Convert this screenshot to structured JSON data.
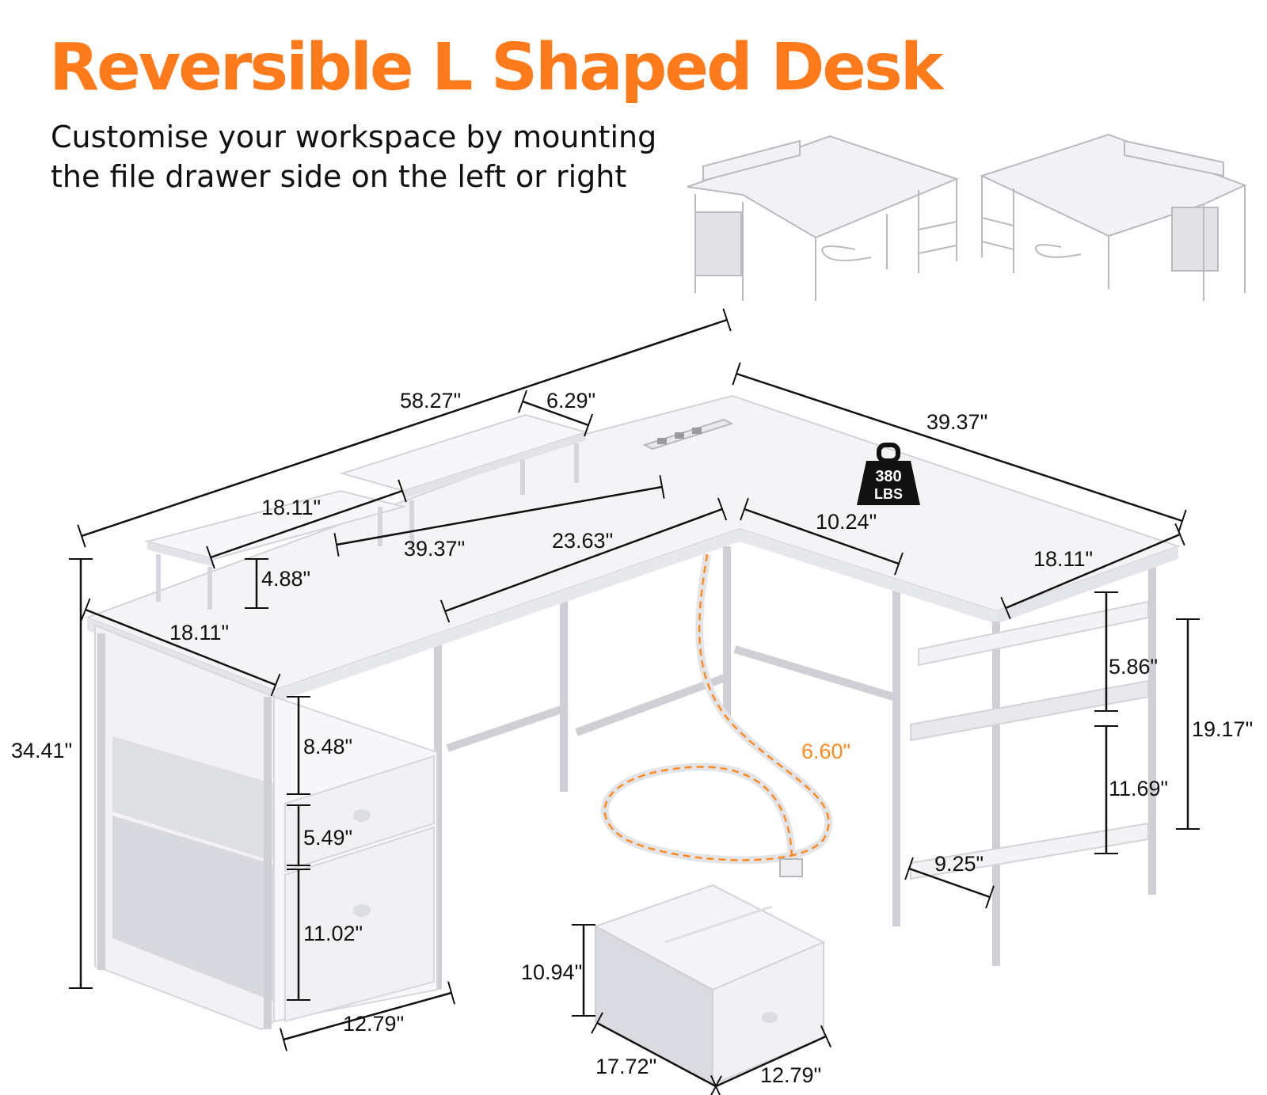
{
  "header": {
    "title": "Reversible L Shaped Desk",
    "subtitle_line1": "Customise your workspace by mounting",
    "subtitle_line2": "the file drawer side on the left or right"
  },
  "badge": {
    "weight_value": "380",
    "weight_unit": "LBS"
  },
  "dimensions": {
    "total_length": "58.27\"",
    "riser_depth": "6.29\"",
    "return_length": "39.37\"",
    "riser_length": "18.11\"",
    "desk_inner_length": "39.37\"",
    "inner_span": "23.63\"",
    "riser_height": "4.88\"",
    "shelf_span": "10.24\"",
    "return_depth": "18.11\"",
    "desk_depth": "18.11\"",
    "total_height": "34.41\"",
    "cabinet_open_shelf": "8.48\"",
    "drawer_small": "5.49\"",
    "drawer_large": "11.02\"",
    "cabinet_width": "12.79\"",
    "cord_length": "6.60\"",
    "shelf_top_gap": "5.86\"",
    "shelf_bottom_gap": "11.69\"",
    "shelf_unit_height": "19.17\"",
    "shelf_depth": "9.25\"",
    "drawer_height": "10.94\"",
    "drawer_length": "17.72\"",
    "drawer_width": "12.79\""
  },
  "colors": {
    "title": "#ff7a1a",
    "cord_outline": "#ff8a1f",
    "desk_white": "#f4f4f6",
    "frame": "#dadbe0"
  }
}
